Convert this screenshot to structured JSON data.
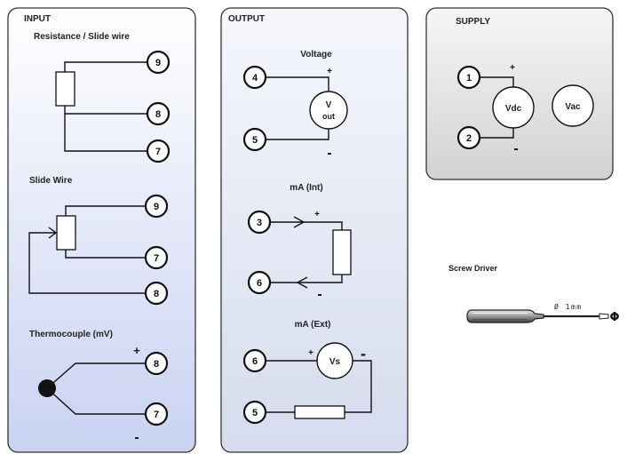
{
  "input": {
    "title": "INPUT",
    "resistance_title": "Resistance / Slide wire",
    "resistance_terminals": [
      "9",
      "8",
      "7"
    ],
    "slidewire_title": "Slide Wire",
    "slidewire_terminals": [
      "9",
      "7",
      "8"
    ],
    "thermocouple_title": "Thermocouple (mV)",
    "thermocouple_terminals": [
      "8",
      "7"
    ],
    "plus": "+",
    "minus": "-"
  },
  "output": {
    "title": "OUTPUT",
    "voltage_title": "Voltage",
    "voltage_terminals": [
      "4",
      "5"
    ],
    "vout_line1": "V",
    "vout_line2": "out",
    "ma_int_title": "mA (Int)",
    "ma_int_terminals": [
      "3",
      "6"
    ],
    "ma_ext_title": "mA  (Ext)",
    "ma_ext_terminals": [
      "6",
      "5"
    ],
    "vs_label": "Vs",
    "plus": "+",
    "minus": "-"
  },
  "supply": {
    "title": "SUPPLY",
    "terminals": [
      "1",
      "2"
    ],
    "vdc_label": "Vdc",
    "vac_label": "Vac",
    "plus": "+",
    "minus": "-"
  },
  "screwdriver": {
    "title": "Screw Driver",
    "size": "Ø 1mm",
    "tip_symbol": "Φ"
  },
  "colors": {
    "input_panel_top": "#ffffff",
    "input_panel_bottom": "#c9d2f2",
    "output_panel_top": "#f5f7fc",
    "output_panel_bottom": "#d6dcee",
    "supply_panel_top": "#f6f6f6",
    "supply_panel_bottom": "#d2d2d2",
    "wire": "#111111"
  }
}
